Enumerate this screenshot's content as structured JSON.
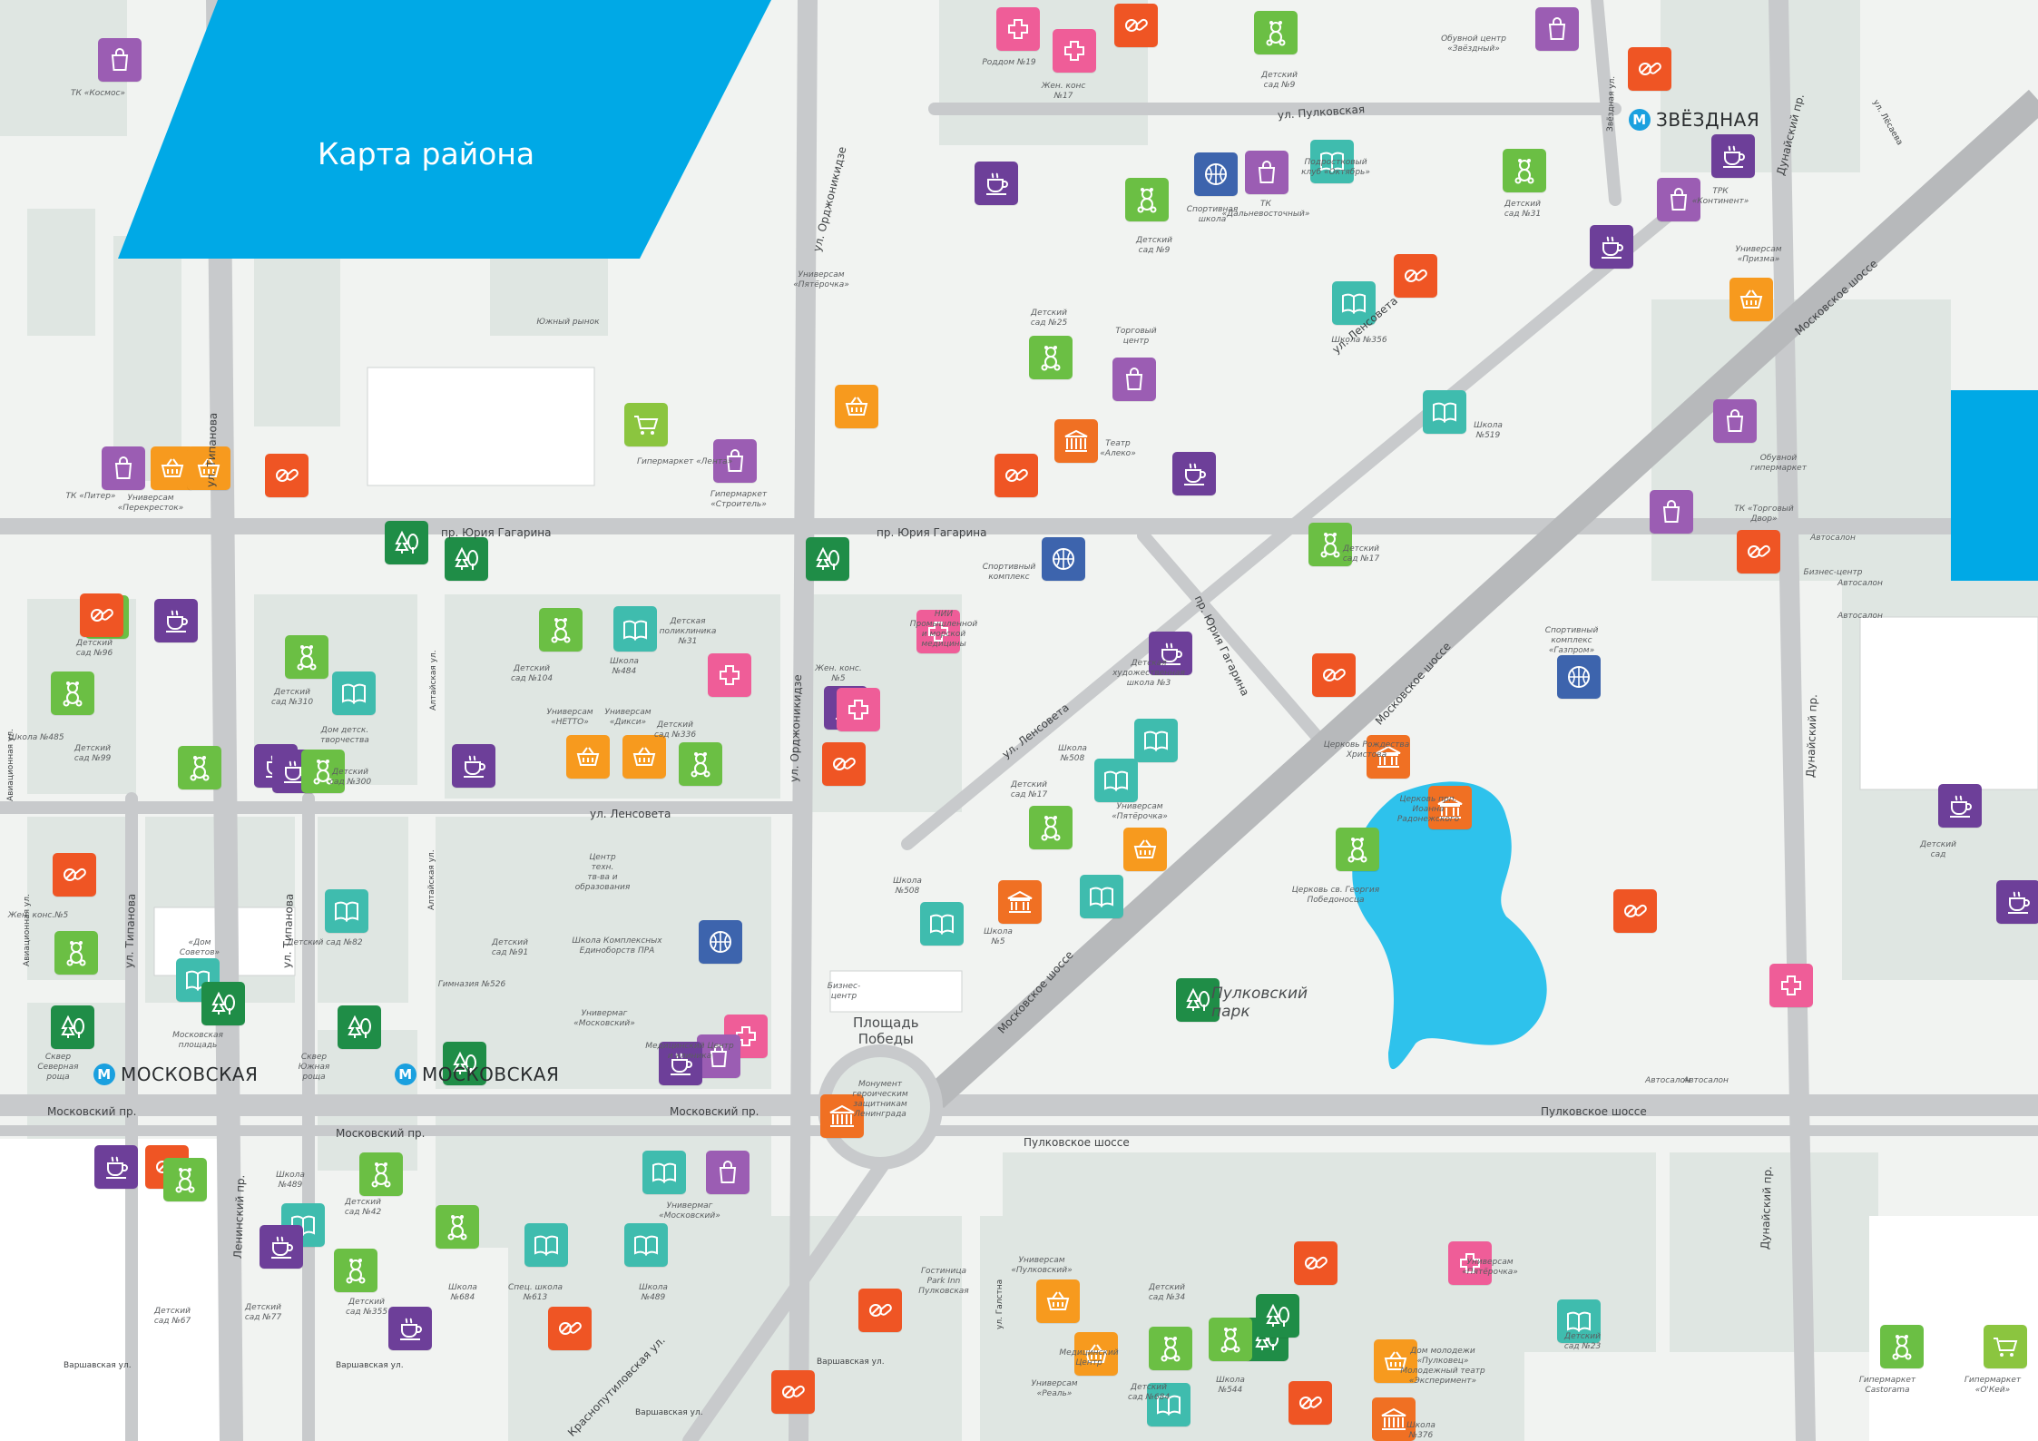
{
  "title": "Карта района",
  "colors": {
    "background": "#f1f3f1",
    "block": "#dfe6e2",
    "road": "#c8cacc",
    "highway": "#b7b9bb",
    "water": "#2ec2ec",
    "banner": "#00a9e6",
    "pink": "#ef5d98",
    "red": "#ef5524",
    "purple": "#9b5db3",
    "violet": "#6d3f99",
    "green": "#6bbf44",
    "teal": "#3fbcae",
    "orange": "#f79a1e",
    "dorange": "#f07023",
    "dgreen": "#1f8d47",
    "blue": "#3d64ad",
    "lime": "#8bc53f"
  },
  "metro": [
    {
      "name": "ЗВЁЗДНАЯ",
      "icon": "metro-icon",
      "letter": "M"
    },
    {
      "name": "МОСКОВСКАЯ",
      "icon": "metro-icon",
      "letter": "M"
    },
    {
      "name": "МОСКОВСКАЯ",
      "icon": "metro-icon",
      "letter": "M"
    }
  ],
  "places": {
    "park": "Пулковский\nпарк",
    "square": "Площадь\nПобеды"
  },
  "streets": [
    "ул. Пулковская",
    "ул. Ленсовета",
    "пр. Юрия Гагарина",
    "пр. Юрия Гагарина",
    "пр. Юрия Гагарина",
    "ул. Орджоникидзе",
    "ул. Орджоникидзе",
    "ул. Типанова",
    "ул. Типанова",
    "ул. Типанова",
    "Московский пр.",
    "Московский пр.",
    "Московский пр.",
    "Московское шоссе",
    "Московское шоссе",
    "Московское шоссе",
    "Пулковское шоссе",
    "Пулковское шоссе",
    "ул. Ленсовета",
    "ул. Ленсовета",
    "Дунайский пр.",
    "Дунайский пр.",
    "Дунайский пр.",
    "Ленинский пр.",
    "Краснопутиловская ул.",
    "Варшавская ул.",
    "Варшавская ул.",
    "Варшавская ул.",
    "Варшавская ул.",
    "Звёздная ул.",
    "ул. Лёсаева",
    "Алтайская ул.",
    "Алтайская ул.",
    "Авиационная ул.",
    "Авиационная ул.",
    "ул. Галстна"
  ],
  "labels": [
    "ТК «Космос»",
    "Южный рынок",
    "Универсам\n«Пятёрочка»",
    "Роддом №19",
    "Жен. конс\n№17",
    "Детский\nсад №9",
    "Обувной центр\n«Звёздный»",
    "Детский\nсад №9",
    "Спортивная\nшкола",
    "ТК\n«Дальневосточный»",
    "Подростковый\nклуб «Октябрь»",
    "Детский\nсад №31",
    "ТРК\n«Континент»",
    "Универсам\n«Призма»",
    "Школа №356",
    "Детский\nсад №25",
    "Торговый\nцентр",
    "Театр\n«Алеко»",
    "Школа\n№519",
    "Обувной\nгипермаркет",
    "ТК «Торговый\nДвор»",
    "Гипермаркет «Лента»",
    "Гипермаркет\n«Строитель»",
    "ТК «Питер»",
    "Универсам\n«Перекресток»",
    "Спортивный\nкомплекс",
    "Детский\nсад №17",
    "Спортивный\nкомплекс\n«Газпром»",
    "НИИ\nПромышленной\nи морской\nмедицины",
    "Детский\nсад №96",
    "Школа №485",
    "Детский\nсад №99",
    "Детский\nсад №310",
    "Дом детск.\nтворчества",
    "Детский\nсад №300",
    "Детский\nсад №104",
    "Школа\n№484",
    "Детская\nполиклиника\n№31",
    "Универсам\n«НЕТТО»",
    "Универсам\n«Дикси»",
    "Детский\nсад №336",
    "Жен. конс.\n№5",
    "Детская\nхудожественная\nшкола №3",
    "Школа\n№508",
    "Детский\nсад №17",
    "Универсам\n«Пятёрочка»",
    "Школа\n№508",
    "Школа\n№5",
    "Церковь Рождества\nХристова",
    "Церковь прп.\nИоанна\nРадонежского",
    "Церковь св. Георгия\nПобедоносца",
    "Детский\nсад",
    "Жен. конс.№5",
    "«Дом\nСоветов»",
    "Детский сад №82",
    "Детский\nсад №91",
    "Гимназия №526",
    "Центр\nтехн.\nтв-ва и\nобразования",
    "Школа Комплексных\nЕдиноборств ПРА",
    "Универмаг\n«Московский»",
    "Медицинский Центр\nи клиника",
    "Бизнес-\nцентр",
    "Сквер\nСеверная\nроща",
    "Московская\nплощадь",
    "Сквер\nЮжная\nроща",
    "Монумент\nгероическим\nзащитникам\nЛенинграда",
    "Автосалон",
    "Автосалон",
    "Автосалон",
    "Автосалон",
    "Автосалон",
    "Бизнес-центр",
    "Школа\n№489",
    "Детский\nсад №42",
    "Детский\nсад №67",
    "Детский\nсад №77",
    "Детский\nсад №355",
    "Школа\n№684",
    "Спец. школа\n№613",
    "Школа\n№489",
    "Универмаг\n«Московский»",
    "Гостиница\nPark Inn\nПулковская",
    "Универсам\n«Пулковский»",
    "Медицинский\nЦентр",
    "Универсам\n«Реаль»",
    "Детский\nсад №684",
    "Детский\nсад №34",
    "Школа\n№544",
    "Универсам\n«Пятёрочка»",
    "Дом молодежи\n«Пулковец»\nМолодежный театр\n«Эксперимент»",
    "Школа\n№376",
    "Детский\nсад №23",
    "Гипермаркет\nCastorama",
    "Гипермаркет\n«О'Кей»"
  ],
  "pois": [
    {
      "icon": "shopping-bag-icon",
      "color": "purple"
    },
    {
      "icon": "basket-icon",
      "color": "orange"
    },
    {
      "icon": "basket-icon",
      "color": "orange"
    },
    {
      "icon": "medical-cross-icon",
      "color": "pink"
    },
    {
      "icon": "medical-cross-icon",
      "color": "pink"
    },
    {
      "icon": "pharmacy-icon",
      "color": "red"
    },
    {
      "icon": "teddy-bear-icon",
      "color": "green"
    },
    {
      "icon": "shopping-bag-icon",
      "color": "purple"
    },
    {
      "icon": "pharmacy-icon",
      "color": "red"
    },
    {
      "icon": "coffee-cup-icon",
      "color": "violet"
    },
    {
      "icon": "teddy-bear-icon",
      "color": "green"
    },
    {
      "icon": "basketball-icon",
      "color": "blue"
    },
    {
      "icon": "shopping-bag-icon",
      "color": "purple"
    },
    {
      "icon": "book-icon",
      "color": "teal"
    },
    {
      "icon": "teddy-bear-icon",
      "color": "green"
    },
    {
      "icon": "coffee-cup-icon",
      "color": "violet"
    },
    {
      "icon": "shopping-bag-icon",
      "color": "purple"
    },
    {
      "icon": "coffee-cup-icon",
      "color": "violet"
    },
    {
      "icon": "basket-icon",
      "color": "orange"
    },
    {
      "icon": "pharmacy-icon",
      "color": "red"
    },
    {
      "icon": "book-icon",
      "color": "teal"
    },
    {
      "icon": "teddy-bear-icon",
      "color": "green"
    },
    {
      "icon": "shopping-bag-icon",
      "color": "purple"
    },
    {
      "icon": "theatre-icon",
      "color": "dorange"
    },
    {
      "icon": "pharmacy-icon",
      "color": "red"
    },
    {
      "icon": "coffee-cup-icon",
      "color": "violet"
    },
    {
      "icon": "book-icon",
      "color": "teal"
    },
    {
      "icon": "shopping-bag-icon",
      "color": "purple"
    },
    {
      "icon": "shopping-bag-icon",
      "color": "purple"
    },
    {
      "icon": "pharmacy-icon",
      "color": "red"
    },
    {
      "icon": "tree-icon",
      "color": "dgreen"
    },
    {
      "icon": "shopping-cart-icon",
      "color": "lime"
    },
    {
      "icon": "shopping-bag-icon",
      "color": "purple"
    },
    {
      "icon": "shopping-bag-icon",
      "color": "purple"
    },
    {
      "icon": "basket-icon",
      "color": "orange"
    },
    {
      "icon": "pharmacy-icon",
      "color": "red"
    },
    {
      "icon": "tree-icon",
      "color": "dgreen"
    },
    {
      "icon": "tree-icon",
      "color": "dgreen"
    },
    {
      "icon": "basketball-icon",
      "color": "blue"
    },
    {
      "icon": "teddy-bear-icon",
      "color": "green"
    },
    {
      "icon": "coffee-cup-icon",
      "color": "violet"
    },
    {
      "icon": "coffee-cup-icon",
      "color": "violet"
    },
    {
      "icon": "basketball-icon",
      "color": "blue"
    },
    {
      "icon": "medical-cross-icon",
      "color": "pink"
    },
    {
      "icon": "teddy-bear-icon",
      "color": "green"
    },
    {
      "icon": "coffee-cup-icon",
      "color": "violet"
    },
    {
      "icon": "book-icon",
      "color": "teal"
    },
    {
      "icon": "teddy-bear-icon",
      "color": "green"
    },
    {
      "icon": "pharmacy-icon",
      "color": "red"
    },
    {
      "icon": "teddy-bear-icon",
      "color": "green"
    },
    {
      "icon": "book-icon",
      "color": "teal"
    },
    {
      "icon": "coffee-cup-icon",
      "color": "violet"
    },
    {
      "icon": "teddy-bear-icon",
      "color": "green"
    },
    {
      "icon": "teddy-bear-icon",
      "color": "green"
    },
    {
      "icon": "book-icon",
      "color": "teal"
    },
    {
      "icon": "medical-cross-icon",
      "color": "pink"
    },
    {
      "icon": "coffee-cup-icon",
      "color": "violet"
    },
    {
      "icon": "basket-icon",
      "color": "orange"
    },
    {
      "icon": "basket-icon",
      "color": "orange"
    },
    {
      "icon": "teddy-bear-icon",
      "color": "green"
    },
    {
      "icon": "medical-cross-icon",
      "color": "pink"
    },
    {
      "icon": "pharmacy-icon",
      "color": "red"
    },
    {
      "icon": "coffee-cup-icon",
      "color": "violet"
    },
    {
      "icon": "book-icon",
      "color": "teal"
    },
    {
      "icon": "book-icon",
      "color": "teal"
    },
    {
      "icon": "teddy-bear-icon",
      "color": "green"
    },
    {
      "icon": "basket-icon",
      "color": "orange"
    },
    {
      "icon": "book-icon",
      "color": "teal"
    },
    {
      "icon": "book-icon",
      "color": "teal"
    },
    {
      "icon": "church-icon",
      "color": "dorange"
    },
    {
      "icon": "church-icon",
      "color": "dorange"
    },
    {
      "icon": "church-icon",
      "color": "dorange"
    },
    {
      "icon": "teddy-bear-icon",
      "color": "green"
    },
    {
      "icon": "coffee-cup-icon",
      "color": "violet"
    },
    {
      "icon": "pharmacy-icon",
      "color": "red"
    },
    {
      "icon": "coffee-cup-icon",
      "color": "violet"
    },
    {
      "icon": "medical-cross-icon",
      "color": "pink"
    },
    {
      "icon": "pharmacy-icon",
      "color": "red"
    },
    {
      "icon": "teddy-bear-icon",
      "color": "green"
    },
    {
      "icon": "pharmacy-icon",
      "color": "red"
    },
    {
      "icon": "teddy-bear-icon",
      "color": "green"
    },
    {
      "icon": "book-icon",
      "color": "teal"
    },
    {
      "icon": "book-icon",
      "color": "teal"
    },
    {
      "icon": "basketball-icon",
      "color": "blue"
    },
    {
      "icon": "medical-cross-icon",
      "color": "pink"
    },
    {
      "icon": "shopping-bag-icon",
      "color": "purple"
    },
    {
      "icon": "coffee-cup-icon",
      "color": "violet"
    },
    {
      "icon": "tree-icon",
      "color": "dgreen"
    },
    {
      "icon": "tree-icon",
      "color": "dgreen"
    },
    {
      "icon": "tree-icon",
      "color": "dgreen"
    },
    {
      "icon": "tree-icon",
      "color": "dgreen"
    },
    {
      "icon": "tree-icon",
      "color": "dgreen"
    },
    {
      "icon": "museum-icon",
      "color": "dorange"
    },
    {
      "icon": "coffee-cup-icon",
      "color": "violet"
    },
    {
      "icon": "pharmacy-icon",
      "color": "red"
    },
    {
      "icon": "teddy-bear-icon",
      "color": "green"
    },
    {
      "icon": "book-icon",
      "color": "teal"
    },
    {
      "icon": "teddy-bear-icon",
      "color": "green"
    },
    {
      "icon": "coffee-cup-icon",
      "color": "violet"
    },
    {
      "icon": "teddy-bear-icon",
      "color": "green"
    },
    {
      "icon": "teddy-bear-icon",
      "color": "green"
    },
    {
      "icon": "book-icon",
      "color": "teal"
    },
    {
      "icon": "book-icon",
      "color": "teal"
    },
    {
      "icon": "book-icon",
      "color": "teal"
    },
    {
      "icon": "shopping-bag-icon",
      "color": "purple"
    },
    {
      "icon": "coffee-cup-icon",
      "color": "violet"
    },
    {
      "icon": "pharmacy-icon",
      "color": "red"
    },
    {
      "icon": "pharmacy-icon",
      "color": "red"
    },
    {
      "icon": "pharmacy-icon",
      "color": "red"
    },
    {
      "icon": "tree-icon",
      "color": "dgreen"
    },
    {
      "icon": "pharmacy-icon",
      "color": "red"
    },
    {
      "icon": "basket-icon",
      "color": "orange"
    },
    {
      "icon": "medical-cross-icon",
      "color": "pink"
    },
    {
      "icon": "basket-icon",
      "color": "orange"
    },
    {
      "icon": "teddy-bear-icon",
      "color": "green"
    },
    {
      "icon": "teddy-bear-icon",
      "color": "green"
    },
    {
      "icon": "book-icon",
      "color": "teal"
    },
    {
      "icon": "pharmacy-icon",
      "color": "red"
    },
    {
      "icon": "tree-icon",
      "color": "dgreen"
    },
    {
      "icon": "basket-icon",
      "color": "orange"
    },
    {
      "icon": "museum-icon",
      "color": "dorange"
    },
    {
      "icon": "book-icon",
      "color": "teal"
    },
    {
      "icon": "teddy-bear-icon",
      "color": "green"
    },
    {
      "icon": "shopping-cart-icon",
      "color": "lime"
    },
    {
      "icon": "shopping-cart-icon",
      "color": "lime"
    }
  ]
}
